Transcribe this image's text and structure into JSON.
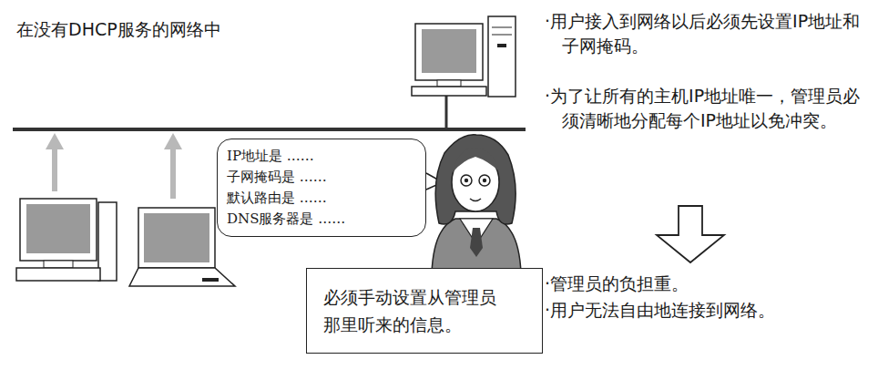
{
  "diagram": {
    "title": "在没有DHCP服务的网络中",
    "nodes": [
      {
        "text": [
          "IP地址是 ……",
          "子网掩码是 ……",
          "默认路由是 ……",
          "DNS服务器是 ……"
        ]
      },
      {
        "text": [
          "必须手动设置从管理员那里听来的信息。"
        ]
      }
    ],
    "labels": [
      "·用户接入到网络以后必须先设置IP地址和子网掩码。",
      "·为了让所有的主机IP地址唯一，管理员必须清晰地分配每个IP地址以免冲突。",
      "·管理员的负担重。",
      "·用户无法自由地连接到网络。"
    ]
  }
}
